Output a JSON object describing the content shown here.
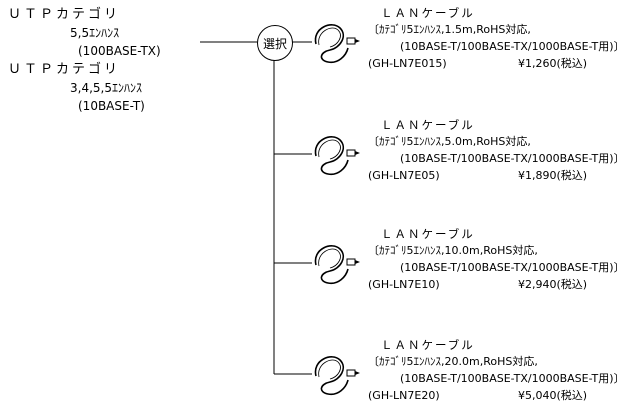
{
  "categories": [
    {
      "line1": "ＵＴＰカテゴリ",
      "line2": "5,5ｴﾝﾊﾝｽ",
      "line3": "(100BASE-TX)"
    },
    {
      "line1": "ＵＴＰカテゴリ",
      "line2": "3,4,5,5ｴﾝﾊﾝｽ",
      "line3": "(10BASE-T)"
    }
  ],
  "selector": "選択",
  "products": [
    {
      "title": "ＬＡＮケーブル",
      "spec": "〔ｶﾃｺﾞﾘ5ｴﾝﾊﾝｽ,1.5m,RoHS対応,",
      "standards": "(10BASE-T/100BASE-TX/1000BASE-T用)〕",
      "code": "(GH-LN7E015)",
      "price": "¥1,260(税込)"
    },
    {
      "title": "ＬＡＮケーブル",
      "spec": "〔ｶﾃｺﾞﾘ5ｴﾝﾊﾝｽ,5.0m,RoHS対応,",
      "standards": "(10BASE-T/100BASE-TX/1000BASE-T用)〕",
      "code": "(GH-LN7E05)",
      "price": "¥1,890(税込)"
    },
    {
      "title": "ＬＡＮケーブル",
      "spec": "〔ｶﾃｺﾞﾘ5ｴﾝﾊﾝｽ,10.0m,RoHS対応,",
      "standards": "(10BASE-T/100BASE-TX/1000BASE-T用)〕",
      "code": "(GH-LN7E10)",
      "price": "¥2,940(税込)"
    },
    {
      "title": "ＬＡＮケーブル",
      "spec": "〔ｶﾃｺﾞﾘ5ｴﾝﾊﾝｽ,20.0m,RoHS対応,",
      "standards": "(10BASE-T/100BASE-TX/1000BASE-T用)〕",
      "code": "(GH-LN7E20)",
      "price": "¥5,040(税込)"
    }
  ]
}
